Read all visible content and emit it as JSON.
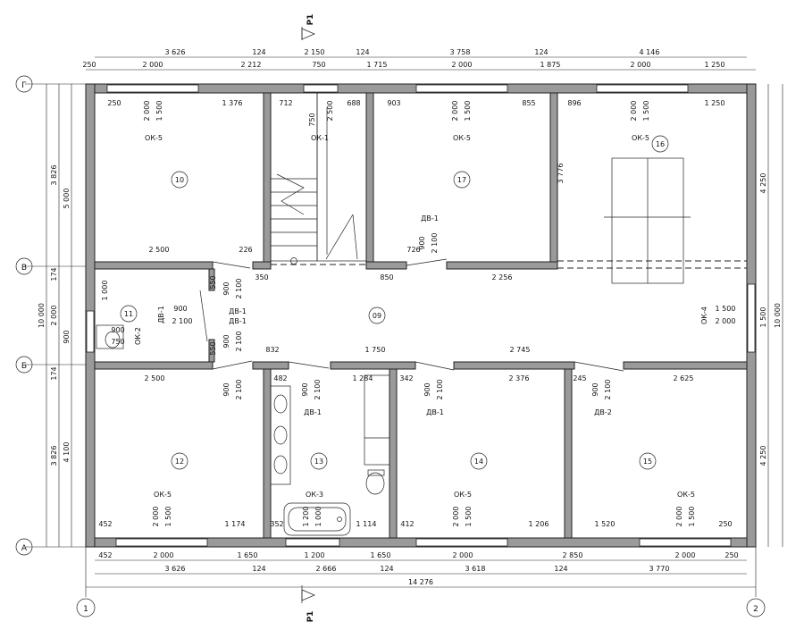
{
  "section_marks": [
    "P1",
    "P1"
  ],
  "axes": {
    "letters": [
      "Г",
      "В",
      "Б",
      "А"
    ],
    "numbers": [
      "1",
      "2"
    ]
  },
  "top_dims": {
    "row1": [
      "3 626",
      "124",
      "2 150",
      "124",
      "3 758",
      "124",
      "4 146"
    ],
    "row2": [
      "250",
      "2 000",
      "2 212",
      "750",
      "1 715",
      "2 000",
      "1 875",
      "2 000",
      "1 250"
    ]
  },
  "bottom_dims": {
    "row1": [
      "452",
      "2 000",
      "1 650",
      "1 200",
      "1 650",
      "2 000",
      "2 850",
      "2 000",
      "250"
    ],
    "row2": [
      "3 626",
      "124",
      "2 666",
      "124",
      "3 618",
      "124",
      "3 770"
    ],
    "total": "14 276"
  },
  "left_dims": {
    "outer": "10 000",
    "mid": [
      "3 826",
      "174",
      "2 000",
      "174",
      "3 826"
    ],
    "inner": [
      "5 000",
      "900",
      "4 100"
    ]
  },
  "right_dims": {
    "outer": "10 000",
    "mid": [
      "4 250",
      "1 500",
      "4 250"
    ]
  },
  "rooms": [
    "10",
    "17",
    "16",
    "11",
    "09",
    "12",
    "13",
    "14",
    "15"
  ],
  "labels": {
    "windows": [
      "ОК-5",
      "ОК-1",
      "ОК-5",
      "ОК-5",
      "ОК-2",
      "ОК-4",
      "ОК-5",
      "ОК-3",
      "ОК-5",
      "ОК-5"
    ],
    "doors": [
      "ДВ-1",
      "ДВ-1",
      "ДВ-1",
      "ДВ-1",
      "ДВ-1",
      "ДВ-1",
      "ДВ-2"
    ]
  },
  "inner_dims": [
    "250",
    "2 000",
    "1 500",
    "1 376",
    "712",
    "750",
    "2 500",
    "688",
    "903",
    "2 000",
    "1 500",
    "855",
    "896",
    "2 000",
    "1 500",
    "1 250",
    "3 776",
    "900",
    "2 100",
    "2 500",
    "226",
    "726",
    "1 000",
    "350",
    "850",
    "2 256",
    "550",
    "900",
    "2 100",
    "900",
    "2 100",
    "900",
    "750",
    "900",
    "2 100",
    "1 500",
    "2 000",
    "550",
    "832",
    "1 750",
    "2 745",
    "2 500",
    "482",
    "1 284",
    "342",
    "900",
    "2 100",
    "2 376",
    "245",
    "900",
    "2 100",
    "2 625",
    "900",
    "2 100",
    "900",
    "2 100",
    "452",
    "2 000",
    "1 500",
    "1 174",
    "352",
    "1 200",
    "1 000",
    "1 114",
    "412",
    "2 000",
    "1 500",
    "1 206",
    "1 520",
    "2 000",
    "1 500",
    "250"
  ]
}
